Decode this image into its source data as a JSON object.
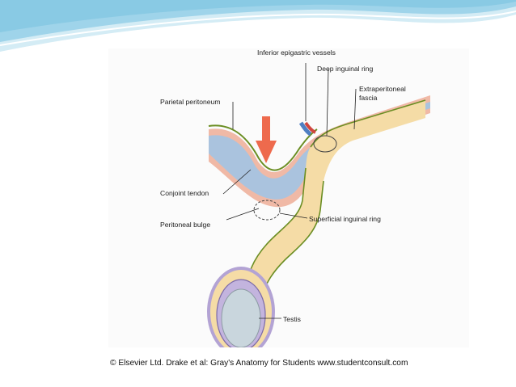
{
  "colors": {
    "accent_wave": "#9fd4ea",
    "accent_wave_light": "#d4ecf5",
    "arrow": "#ee6a4d",
    "cord": "#f5dca6",
    "peritoneum_green": "#6b8e23",
    "fascia_blue": "#aac3de",
    "muscle_pink": "#f0b9a6"
  },
  "labels": {
    "inferior_epigastric_vessels": "Inferior epigastric vessels",
    "deep_inguinal_ring": "Deep inguinal ring",
    "extraperitoneal_fascia_line1": "Extraperitoneal",
    "extraperitoneal_fascia_line2": "fascia",
    "parietal_peritoneum": "Parietal peritoneum",
    "conjoint_tendon": "Conjoint tendon",
    "peritoneal_bulge": "Peritoneal bulge",
    "superficial_inguinal_ring": "Superficial inguinal ring",
    "testis": "Testis"
  },
  "credit": "© Elsevier Ltd. Drake et al: Gray's Anatomy for Students www.studentconsult.com"
}
